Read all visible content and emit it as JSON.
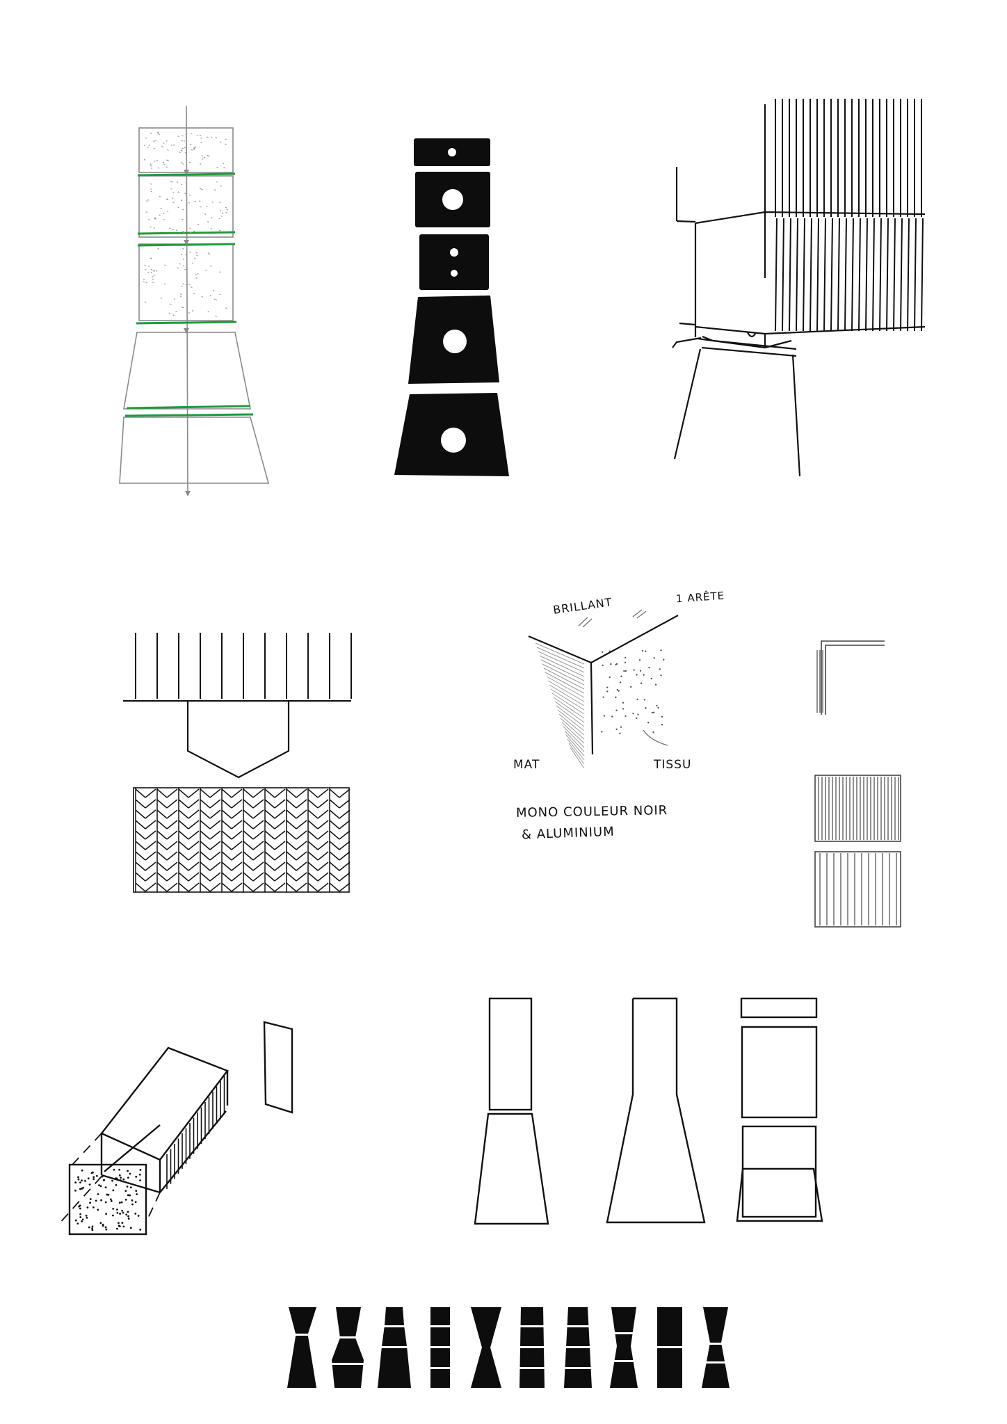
{
  "labels": {
    "brillant": "BRILLANT",
    "arete": "1 ARÊTE",
    "mat": "MAT",
    "tissu": "TISSU",
    "mono_line1": "MONO COULEUR NOIR",
    "mono_line2": "& ALUMINIUM"
  },
  "colors": {
    "ink": "#111111",
    "pencil": "#8a8a8a",
    "green": "#1e9a3a",
    "paper": "#ffffff"
  },
  "icons": {
    "stack_thumbnails": [
      "hourglass-stack-icon",
      "stepped-stack-icon",
      "segment-stack-icon",
      "hourglass-stack-icon",
      "bar-stack-icon"
    ]
  }
}
